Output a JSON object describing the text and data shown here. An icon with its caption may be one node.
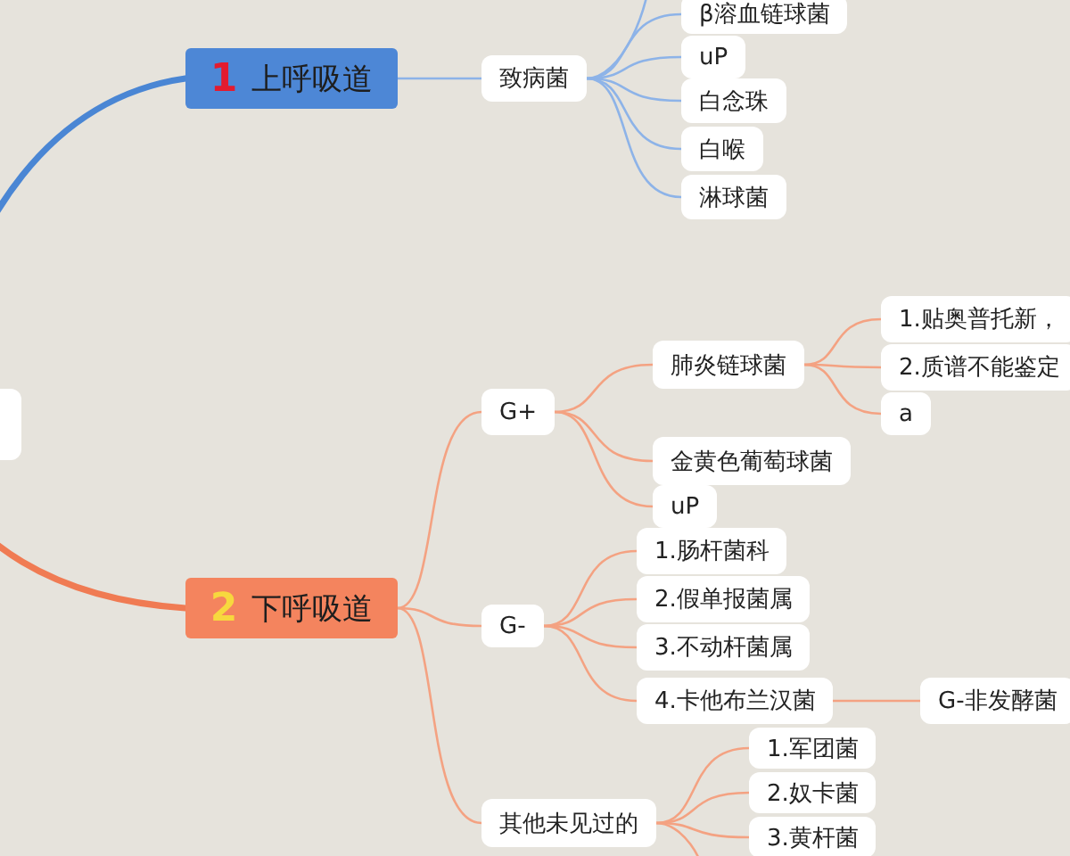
{
  "diagram": {
    "nodes": [
      {
        "text": [],
        "shape": "box"
      },
      {
        "text": [
          "1",
          "上呼吸道"
        ]
      },
      {
        "text": [
          "致病菌"
        ]
      },
      {
        "text": [
          "β溶血链球菌"
        ]
      },
      {
        "text": [
          "uP"
        ]
      },
      {
        "text": [
          "白念珠"
        ]
      },
      {
        "text": [
          "白喉"
        ]
      },
      {
        "text": [
          "淋球菌"
        ]
      },
      {
        "text": [
          "2",
          "下呼吸道"
        ]
      },
      {
        "text": [
          "G+"
        ]
      },
      {
        "text": [
          "肺炎链球菌"
        ]
      },
      {
        "text": [
          "1.贴奥普托新，"
        ]
      },
      {
        "text": [
          "2.质谱不能鉴定"
        ]
      },
      {
        "text": [
          "a"
        ]
      },
      {
        "text": [
          "金黄色葡萄球菌"
        ]
      },
      {
        "text": [
          "uP"
        ]
      },
      {
        "text": [
          "G-"
        ]
      },
      {
        "text": [
          "1.肠杆菌科"
        ]
      },
      {
        "text": [
          "2.假单报菌属"
        ]
      },
      {
        "text": [
          "3.不动杆菌属"
        ]
      },
      {
        "text": [
          "4.卡他布兰汉菌"
        ]
      },
      {
        "text": [
          "G-非发酵菌"
        ]
      },
      {
        "text": [
          "其他未见过的"
        ]
      },
      {
        "text": [
          "1.军团菌"
        ]
      },
      {
        "text": [
          "2.奴卡菌"
        ]
      },
      {
        "text": [
          "3.黄杆菌"
        ]
      }
    ],
    "edges": [
      {
        "from": 0,
        "to": 1,
        "arrow": "none",
        "style": "thick",
        "color": "#4a86d4"
      },
      {
        "from": 0,
        "to": 8,
        "arrow": "none",
        "style": "thick",
        "color": "#f07b53"
      },
      {
        "from": 1,
        "to": 2,
        "arrow": "none",
        "color": "#8db3e8"
      },
      {
        "from": 2,
        "to": null,
        "arrow": "none",
        "color": "#8db3e8"
      },
      {
        "from": 2,
        "to": 3,
        "arrow": "none",
        "color": "#8db3e8"
      },
      {
        "from": 2,
        "to": 4,
        "arrow": "none",
        "color": "#8db3e8"
      },
      {
        "from": 2,
        "to": 5,
        "arrow": "none",
        "color": "#8db3e8"
      },
      {
        "from": 2,
        "to": 6,
        "arrow": "none",
        "color": "#8db3e8"
      },
      {
        "from": 2,
        "to": 7,
        "arrow": "none",
        "color": "#8db3e8"
      },
      {
        "from": 8,
        "to": 9,
        "arrow": "none"
      },
      {
        "from": 8,
        "to": 16,
        "arrow": "none"
      },
      {
        "from": 8,
        "to": 22,
        "arrow": "none"
      },
      {
        "from": 9,
        "to": 10,
        "arrow": "none"
      },
      {
        "from": 9,
        "to": 14,
        "arrow": "none"
      },
      {
        "from": 9,
        "to": 15,
        "arrow": "none"
      },
      {
        "from": 10,
        "to": 11,
        "arrow": "none"
      },
      {
        "from": 10,
        "to": 12,
        "arrow": "none"
      },
      {
        "from": 10,
        "to": 13,
        "arrow": "none"
      },
      {
        "from": 16,
        "to": 17,
        "arrow": "none"
      },
      {
        "from": 16,
        "to": 18,
        "arrow": "none"
      },
      {
        "from": 16,
        "to": 19,
        "arrow": "none"
      },
      {
        "from": 16,
        "to": 20,
        "arrow": "none"
      },
      {
        "from": 20,
        "to": 21,
        "arrow": "none"
      },
      {
        "from": 22,
        "to": 23,
        "arrow": "none"
      },
      {
        "from": 22,
        "to": 24,
        "arrow": "none"
      },
      {
        "from": 22,
        "to": 25,
        "arrow": "none"
      },
      {
        "from": 22,
        "to": null,
        "arrow": "none"
      }
    ]
  }
}
